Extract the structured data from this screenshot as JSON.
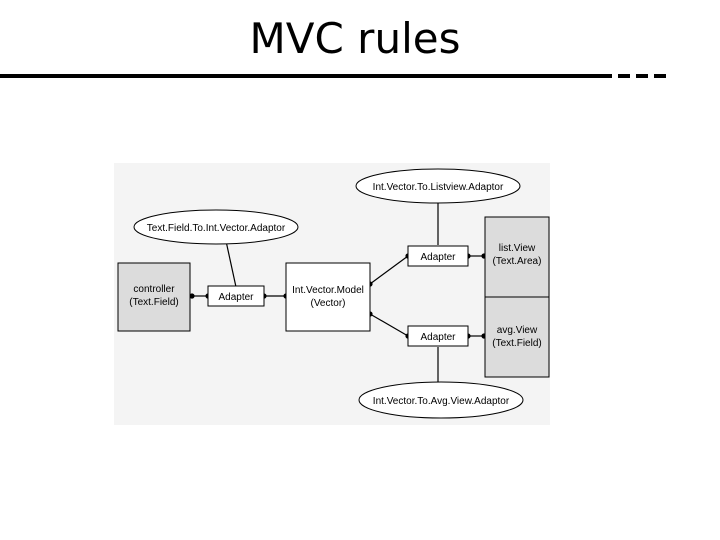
{
  "slide": {
    "title": "MVC rules"
  },
  "diagram": {
    "nodes": {
      "controller": {
        "line1": "controller",
        "line2": "(Text.Field)"
      },
      "adapter_left": {
        "label": "Adapter"
      },
      "model": {
        "line1": "Int.Vector.Model",
        "line2": "(Vector)"
      },
      "adapter_top": {
        "label": "Adapter"
      },
      "adapter_bottom": {
        "label": "Adapter"
      },
      "list_view": {
        "line1": "list.View",
        "line2": "(Text.Area)"
      },
      "avg_view": {
        "line1": "avg.View",
        "line2": "(Text.Field)"
      }
    },
    "callouts": {
      "textfield_adaptor": "Text.Field.To.Int.Vector.Adaptor",
      "listview_adaptor": "Int.Vector.To.Listview.Adaptor",
      "avgview_adaptor": "Int.Vector.To.Avg.View.Adaptor"
    },
    "colors": {
      "component_fill": "#dcdcdc",
      "adapter_fill": "#ffffff",
      "stroke": "#000000"
    }
  }
}
